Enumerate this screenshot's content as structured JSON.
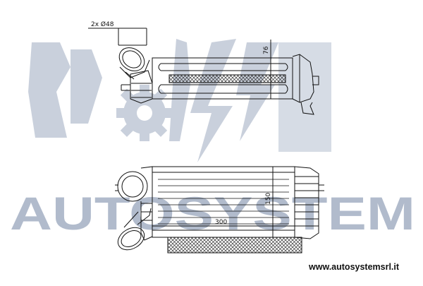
{
  "watermark": {
    "text": "AUTOSYSTEM",
    "color": "#a9b4c7",
    "light_color": "#c4ccd9"
  },
  "dimensions": {
    "diameter_label": "2x Ø48",
    "height_top": "76",
    "height_front": "150",
    "width_front": "300"
  },
  "footer": {
    "website": "www.autosystemsrl.it"
  },
  "colors": {
    "line": "#111111",
    "hatch": "#333333"
  }
}
